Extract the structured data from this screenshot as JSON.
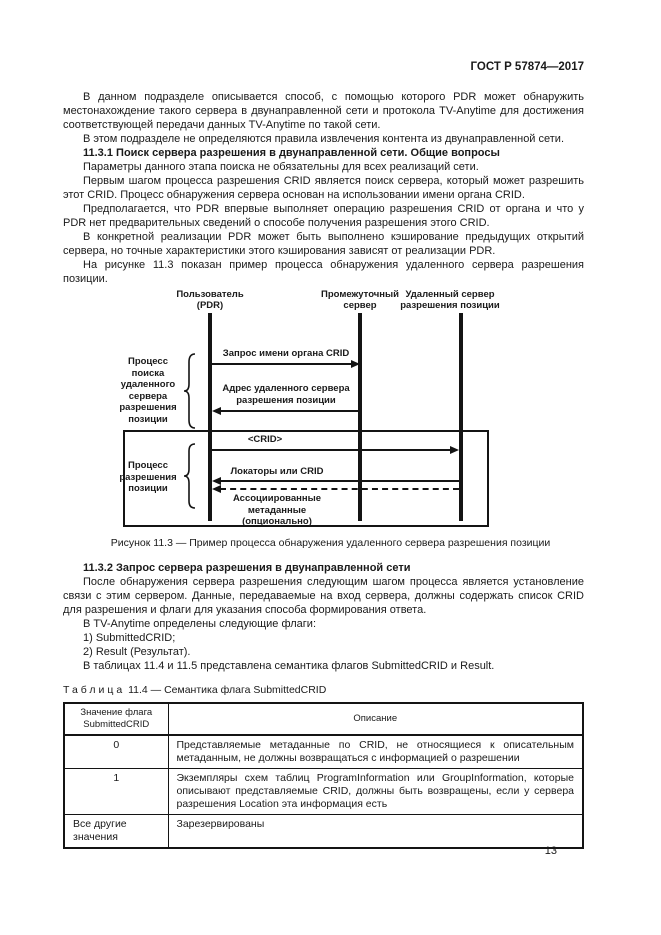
{
  "page": {
    "header": "ГОСТ Р 57874—2017",
    "number": "13"
  },
  "body": {
    "p1": "В данном подразделе описывается способ, с помощью которого PDR может обнаружить местонахождение такого сервера в двунаправленной сети и протокола TV-Anytime для достижения соответствующей передачи данных TV-Anytime по такой сети.",
    "p2": "В этом подразделе не определяются правила извлечения контента из двунаправленной сети.",
    "h1131": "11.3.1 Поиск сервера разрешения в двунаправленной сети. Общие вопросы",
    "p3": "Параметры данного этапа поиска не обязательны для всех реализаций сети.",
    "p4": "Первым шагом процесса разрешения CRID является поиск сервера, который может разрешить этот CRID. Процесс обнаружения сервера основан на использовании имени органа CRID.",
    "p5": "Предполагается, что PDR впервые выполняет операцию разрешения CRID от органа и что у PDR нет предварительных сведений о способе получения разрешения этого CRID.",
    "p6": "В конкретной реализации PDR может быть выполнено кэширование предыдущих открытий сервера, но точные характеристики этого кэширования зависят от реализации PDR.",
    "p7": "На рисунке 11.3 показан пример процесса обнаружения удаленного сервера разрешения позиции.",
    "h1132": "11.3.2 Запрос сервера разрешения в двунаправленной сети",
    "p8": "После обнаружения сервера разрешения следующим шагом процесса является установление связи с этим сервером. Данные, передаваемые на вход сервера, должны содержать список CRID для разрешения и флаги для указания способа формирования ответа.",
    "p9": "В TV-Anytime определены следующие флаги:",
    "p10": "1) SubmittedCRID;",
    "p11": "2) Result (Результат).",
    "p12": "В таблицах 11.4 и 11.5 представлена семантика флагов SubmittedCRID и Result."
  },
  "figure": {
    "caption": "Рисунок 11.3 — Пример процесса обнаружения удаленного сервера разрешения позиции",
    "lifeline1": "Пользователь\n(PDR)",
    "lifeline2": "Промежуточный\nсервер",
    "lifeline3": "Удаленный сервер\nразрешения позиции",
    "group1_label": "Процесс\nпоиска\nудаленного\nсервера\nразрешения\nпозиции",
    "group2_label": "Процесс\nразрешения\nпозиции",
    "m1": "Запрос имени органа CRID",
    "m2": "Адрес удаленного сервера\nразрешения позиции",
    "m3": "<CRID>",
    "m4": "Локаторы или CRID",
    "m5": "Ассоциированные метаданные\n(опционально)"
  },
  "table": {
    "title_word": "Таблица",
    "title_rest": " 11.4 — Семантика флага SubmittedCRID",
    "col1_header": "Значение флага\nSubmittedCRID",
    "col2_header": "Описание",
    "rows": [
      {
        "value": "0",
        "desc": "Представляемые метаданные по CRID, не относящиеся к описательным метаданным, не должны возвращаться с информацией о разрешении"
      },
      {
        "value": "1",
        "desc": "Экземпляры схем таблиц ProgramInformation или GroupInformation, которые описывают представляемые CRID, должны быть возвращены, если у сервера разрешения Location эта информация есть"
      },
      {
        "value": "Все другие значения",
        "desc": "Зарезервированы"
      }
    ]
  }
}
